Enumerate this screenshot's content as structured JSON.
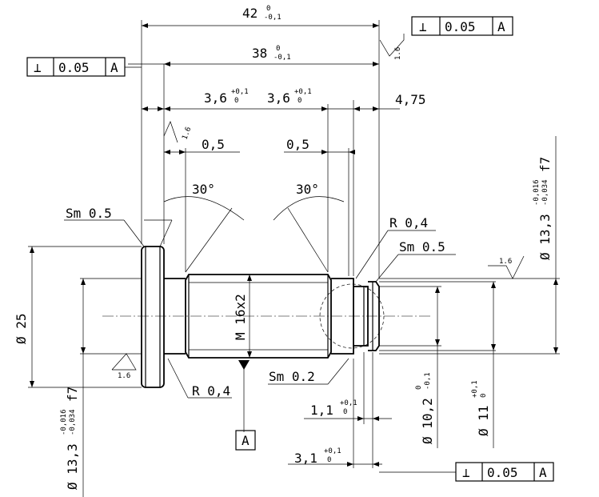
{
  "dims": {
    "d42": {
      "main": "42",
      "up": "0",
      "low": "-0,1"
    },
    "d38": {
      "main": "38",
      "up": "0",
      "low": "-0,1"
    },
    "d36a": {
      "main": "3,6",
      "up": "+0,1",
      "low": "0"
    },
    "d36b": {
      "main": "3,6",
      "up": "+0,1",
      "low": "0"
    },
    "d475": "4,75",
    "d05a": "0,5",
    "d05b": "0,5",
    "ang1": "30°",
    "ang2": "30°",
    "d11": {
      "main": "1,1",
      "up": "+0,1",
      "low": "0"
    },
    "d31": {
      "main": "3,1",
      "up": "+0,1",
      "low": "0"
    },
    "phi25": "Ø 25",
    "phi133_right": {
      "main": "Ø 13,3",
      "up": "-0,016",
      "low": "-0,034",
      "fit": "f7"
    },
    "phi133_left": {
      "main": "Ø 13,3",
      "up": "-0,016",
      "low": "-0,034",
      "fit": "f7"
    },
    "phi102": {
      "main": "Ø 10,2",
      "up": "0",
      "low": "-0,1"
    },
    "phi11": {
      "main": "Ø 11",
      "up": "+0,1",
      "low": "0"
    },
    "thread": "M 16x2"
  },
  "notes": {
    "sm1": "Sm 0.5",
    "sm2": "Sm 0.5",
    "sm3": "Sm 0.2",
    "r1": "R 0,4",
    "r2": "R 0,4"
  },
  "surface": {
    "s1": "1.6",
    "s2": "1.6",
    "s3": "1.6",
    "s4": "1.6"
  },
  "frames": {
    "top_right": {
      "sym": "⊥",
      "tol": "0.05",
      "ref": "A"
    },
    "top_left": {
      "sym": "⊥",
      "tol": "0.05",
      "ref": "A"
    },
    "bottom_right": {
      "sym": "⊥",
      "tol": "0.05",
      "ref": "A"
    }
  },
  "datum": "A"
}
